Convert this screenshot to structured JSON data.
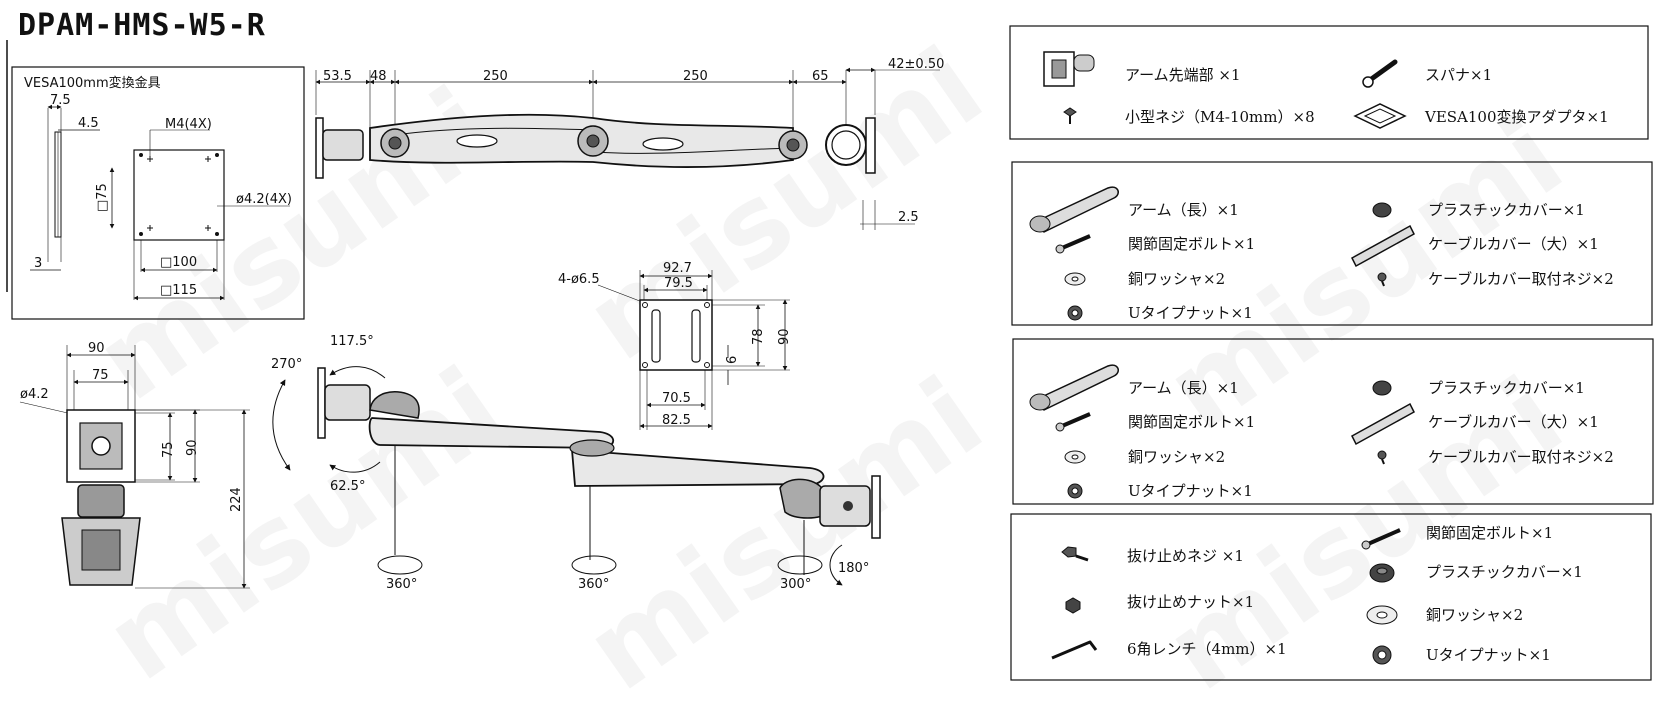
{
  "title": "DPAM-HMS-W5-R",
  "watermark": "misumi",
  "vesa_box": {
    "heading": "VESA100mm変換金具",
    "d_7_5": "7.5",
    "d_4_5": "4.5",
    "d_3": "3",
    "m4": "M4(4X)",
    "d75": "□75",
    "hole": "ø4.2(4X)",
    "w100": "□100",
    "w115": "□115"
  },
  "top_view": {
    "d53_5": "53.5",
    "d48": "48",
    "d250a": "250",
    "d250b": "250",
    "d65": "65",
    "d42": "42±0.50",
    "d2_5": "2.5"
  },
  "front_view": {
    "d90": "90",
    "d75": "75",
    "hole": "ø4.2",
    "v75": "75",
    "v90": "90",
    "v224": "224"
  },
  "side_view": {
    "a270": "270°",
    "a117_5": "117.5°",
    "a62_5": "62.5°",
    "r360a": "360°",
    "r360b": "360°",
    "r300": "300°",
    "r180": "180°"
  },
  "plate": {
    "holes": "4-ø6.5",
    "w92_7": "92.7",
    "w79_5": "79.5",
    "h78": "78",
    "h90": "90",
    "h6": "6",
    "w70_5": "70.5",
    "w82_5": "82.5"
  },
  "parts": {
    "box1": [
      {
        "label": "アーム先端部 ×1",
        "icon": "arm-tip-icon"
      },
      {
        "label": "スパナ×1",
        "icon": "spanner-icon"
      },
      {
        "label": "小型ネジ（M4-10mm）×8",
        "icon": "small-screw-icon"
      },
      {
        "label": "VESA100変換アダプタ×1",
        "icon": "vesa-adapter-icon"
      }
    ],
    "box2": [
      {
        "label": "アーム（長）×1",
        "icon": "long-arm-icon"
      },
      {
        "label": "プラスチックカバー×1",
        "icon": "plastic-cover-icon"
      },
      {
        "label": "関節固定ボルト×1",
        "icon": "joint-bolt-icon"
      },
      {
        "label": "ケーブルカバー（大）×1",
        "icon": "cable-cover-icon"
      },
      {
        "label": "銅ワッシャ×2",
        "icon": "copper-washer-icon"
      },
      {
        "label": "ケーブルカバー取付ネジ×2",
        "icon": "cable-cover-screw-icon"
      },
      {
        "label": "Uタイプナット×1",
        "icon": "u-nut-icon"
      }
    ],
    "box3": [
      {
        "label": "アーム（長）×1",
        "icon": "long-arm-icon"
      },
      {
        "label": "プラスチックカバー×1",
        "icon": "plastic-cover-icon"
      },
      {
        "label": "関節固定ボルト×1",
        "icon": "joint-bolt-icon"
      },
      {
        "label": "ケーブルカバー（大）×1",
        "icon": "cable-cover-icon"
      },
      {
        "label": "銅ワッシャ×2",
        "icon": "copper-washer-icon"
      },
      {
        "label": "ケーブルカバー取付ネジ×2",
        "icon": "cable-cover-screw-icon"
      },
      {
        "label": "Uタイプナット×1",
        "icon": "u-nut-icon"
      }
    ],
    "box4": [
      {
        "label": "関節固定ボルト×1",
        "icon": "joint-bolt-icon"
      },
      {
        "label": "抜け止めネジ ×1",
        "icon": "retaining-screw-icon"
      },
      {
        "label": "プラスチックカバー×1",
        "icon": "plastic-cover-icon"
      },
      {
        "label": "抜け止めナット×1",
        "icon": "retaining-nut-icon"
      },
      {
        "label": "銅ワッシャ×2",
        "icon": "copper-washer-icon"
      },
      {
        "label": "6角レンチ（4mm）×1",
        "icon": "hex-wrench-icon"
      },
      {
        "label": "Uタイプナット×1",
        "icon": "u-nut-icon"
      }
    ]
  }
}
